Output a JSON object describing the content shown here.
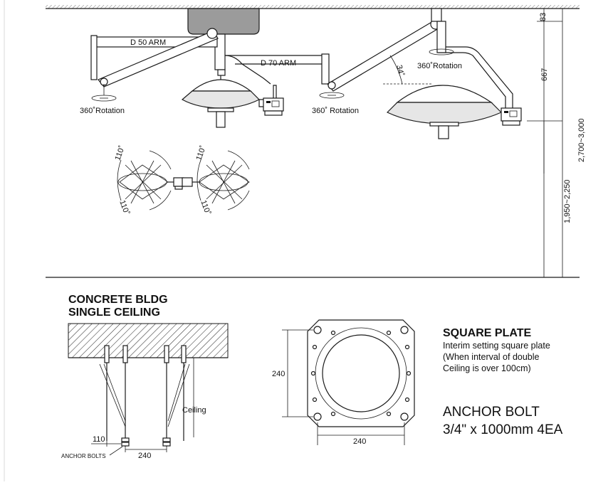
{
  "surgical_light": {
    "arm_left_label": "D 50 ARM",
    "arm_right_label": "D 70 ARM",
    "rotation_label_left": "360˚Rotation",
    "rotation_label_mid": "360˚ Rotation",
    "rotation_label_right": "360˚Rotation",
    "tilt_angle": "34˚",
    "tilt_top_a": "110˚",
    "tilt_bottom_a": "110˚",
    "tilt_top_b": "110˚",
    "tilt_bottom_b": "110˚"
  },
  "dimensions": {
    "ceiling_offset": "83",
    "arm_drop": "667",
    "total_height": "2,700~3,000",
    "working_height": "1,950~2,250"
  },
  "ceiling_detail": {
    "title_line1": "CONCRETE BLDG",
    "title_line2": "SINGLE CEILING",
    "ceiling_label": "Ceiling",
    "depth_dim": "110",
    "spacing_dim": "240",
    "anchor_label": "ANCHOR BOLTS"
  },
  "square_plate": {
    "height_dim": "240",
    "width_dim": "240",
    "title": "SQUARE PLATE",
    "desc_line1": "Interim setting square plate",
    "desc_line2": "(When interval of double",
    "desc_line3": "Ceiling is over 100cm)",
    "bolt_line1": "ANCHOR BOLT",
    "bolt_line2": "3/4\" x 1000mm 4EA"
  }
}
